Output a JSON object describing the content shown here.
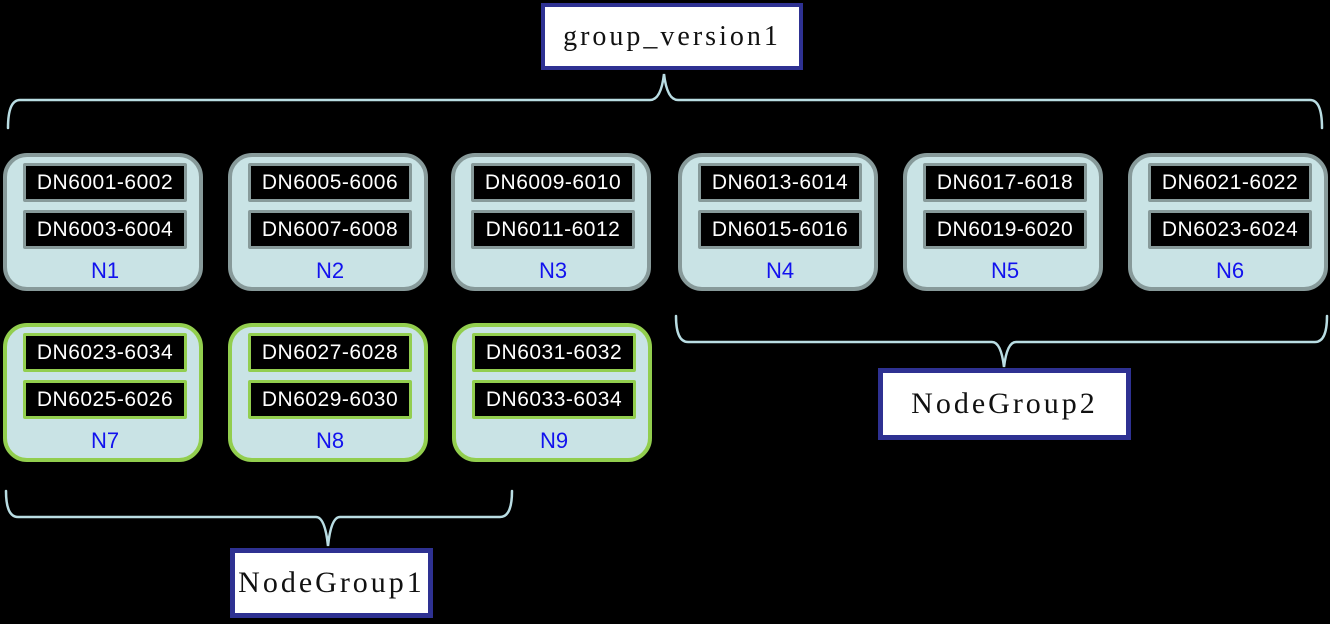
{
  "diagram": {
    "title": "group_version1",
    "group1_label": "NodeGroup1",
    "group2_label": "NodeGroup2"
  },
  "nodes": [
    {
      "id": "N1",
      "variant": "gray",
      "dn1": "DN6001-6002",
      "dn2": "DN6003-6004"
    },
    {
      "id": "N2",
      "variant": "gray",
      "dn1": "DN6005-6006",
      "dn2": "DN6007-6008"
    },
    {
      "id": "N3",
      "variant": "gray",
      "dn1": "DN6009-6010",
      "dn2": "DN6011-6012"
    },
    {
      "id": "N4",
      "variant": "gray",
      "dn1": "DN6013-6014",
      "dn2": "DN6015-6016"
    },
    {
      "id": "N5",
      "variant": "gray",
      "dn1": "DN6017-6018",
      "dn2": "DN6019-6020"
    },
    {
      "id": "N6",
      "variant": "gray",
      "dn1": "DN6021-6022",
      "dn2": "DN6023-6024"
    },
    {
      "id": "N7",
      "variant": "green",
      "dn1": "DN6023-6034",
      "dn2": "DN6025-6026"
    },
    {
      "id": "N8",
      "variant": "green",
      "dn1": "DN6027-6028",
      "dn2": "DN6029-6030"
    },
    {
      "id": "N9",
      "variant": "green",
      "dn1": "DN6031-6032",
      "dn2": "DN6033-6034"
    }
  ],
  "colors": {
    "background": "#000000",
    "node_fill": "#c9e3e5",
    "gray_border": "#879a9a",
    "green_border": "#92ce4e",
    "node_label_blue": "#1212ee",
    "label_box_border": "#2e3192",
    "label_box_fill": "#ffffff",
    "dn_fill": "#000000",
    "dn_text": "#ffffff",
    "brace": "#b9dde3"
  }
}
